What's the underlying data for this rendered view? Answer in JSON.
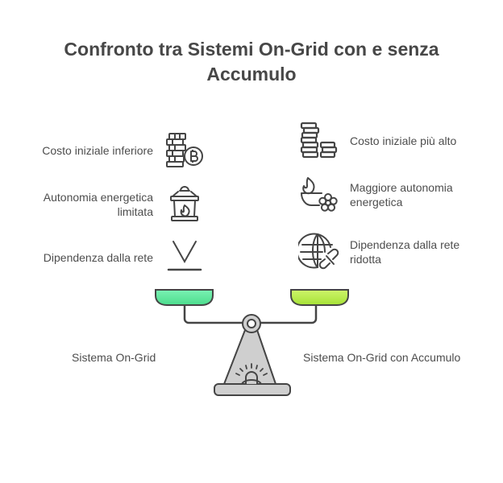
{
  "title": "Confronto tra Sistemi On-Grid con e senza Accumulo",
  "left": {
    "system_label": "Sistema On-Grid",
    "pan_color": "#5EE89B",
    "items": [
      {
        "label": "Costo iniziale inferiore",
        "icon": "coins-bitcoin-icon"
      },
      {
        "label": "Autonomia energetica limitata",
        "icon": "lantern-flame-icon"
      },
      {
        "label": "Dipendenza dalla rete",
        "icon": "chevron-down-underline-icon"
      }
    ]
  },
  "right": {
    "system_label": "Sistema On-Grid con Accumulo",
    "pan_color": "#B8EC4A",
    "items": [
      {
        "label": "Costo iniziale più alto",
        "icon": "coin-stacks-icon"
      },
      {
        "label": "Maggiore autonomia energetica",
        "icon": "flame-bowl-flower-icon"
      },
      {
        "label": "Dipendenza dalla rete ridotta",
        "icon": "globe-broken-link-icon"
      }
    ]
  },
  "colors": {
    "stroke": "#454545",
    "base_fill": "#CFCFCF"
  }
}
